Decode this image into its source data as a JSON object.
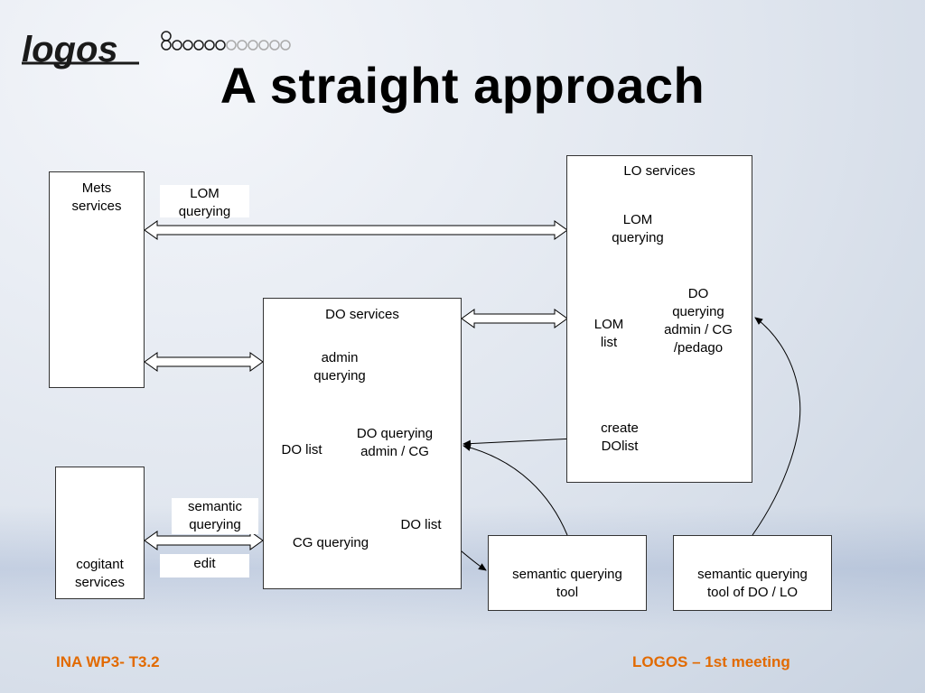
{
  "slide": {
    "title": "A straight approach",
    "logo_text": "logos"
  },
  "boxes": {
    "mets_services": "Mets\nservices",
    "lo_services": "LO services",
    "do_services": "DO services",
    "cogitant_services": "cogitant\nservices",
    "semantic_tool": "semantic querying\ntool",
    "semantic_tool_do_lo": "semantic querying\ntool of DO / LO"
  },
  "labels": {
    "lom_querying_link": "LOM\nquerying",
    "lo_lom_querying": "LOM\nquerying",
    "lo_do_querying": "DO\nquerying\nadmin / CG\n/pedago",
    "lo_lom_list": "LOM\nlist",
    "lo_create_dolist": "create\nDOlist",
    "do_admin_querying": "admin\nquerying",
    "do_querying_admin_cg": "DO querying\nadmin / CG",
    "do_list_left": "DO list",
    "cg_querying": "CG querying",
    "do_list_right": "DO list",
    "semantic_querying_link": "semantic\nquerying",
    "edit_link": "edit"
  },
  "footer": {
    "left": "INA WP3- T3.2",
    "right": "LOGOS – 1st meeting"
  },
  "colors": {
    "footer": "#e26a00",
    "box_border": "#333333"
  }
}
